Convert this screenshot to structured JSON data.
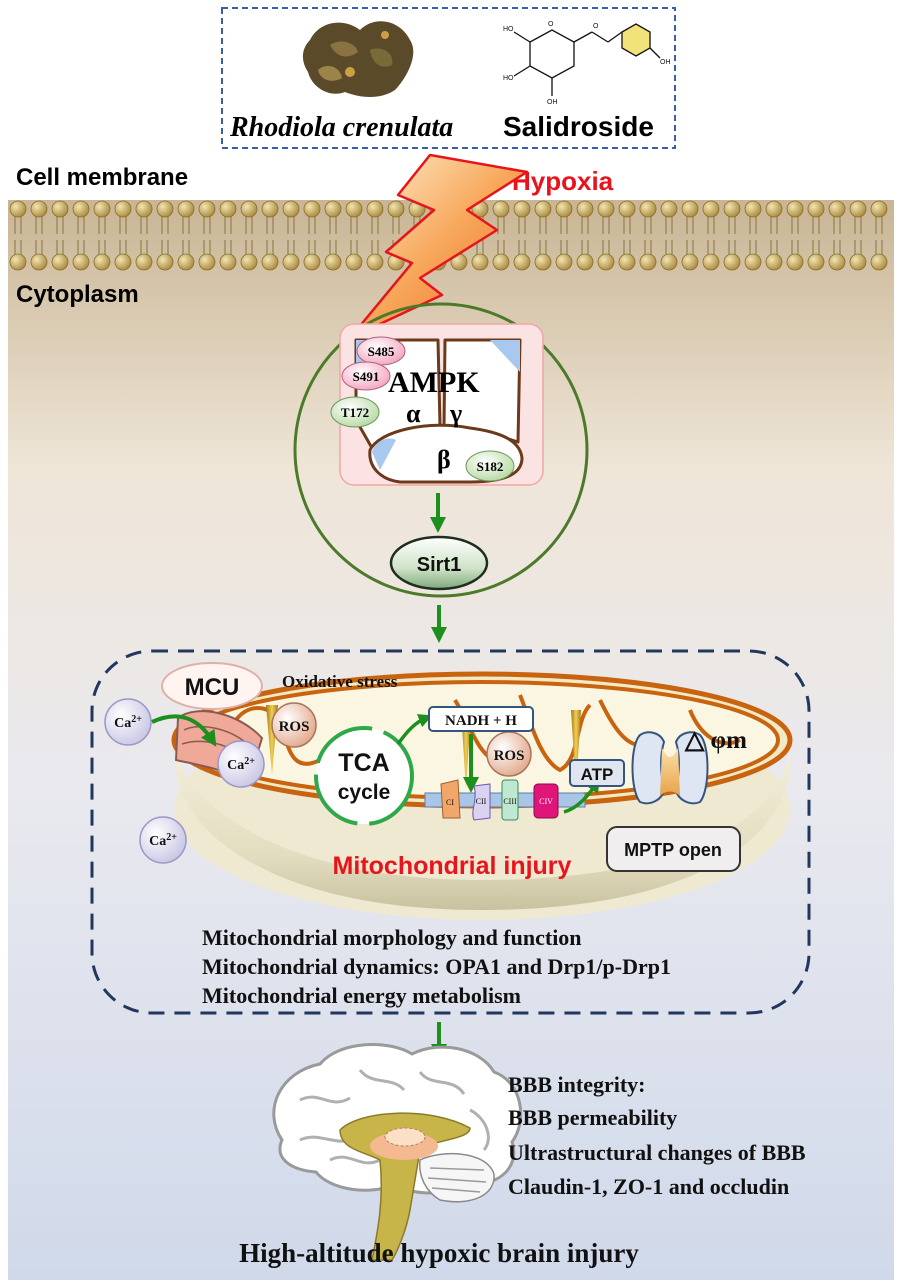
{
  "header": {
    "plant_label": "Rhodiola crenulata",
    "compound_label": "Salidroside"
  },
  "membrane": {
    "label": "Cell membrane",
    "stress_label": "Hypoxia"
  },
  "cytoplasm": {
    "label": "Cytoplasm"
  },
  "ampk": {
    "label": "AMPK",
    "alpha": "α",
    "gamma": "γ",
    "beta": "β",
    "sites": [
      "S485",
      "S491",
      "T172",
      "S182"
    ]
  },
  "sirt": {
    "label": "Sirt1"
  },
  "mito": {
    "mcu_label": "MCU",
    "oxidative_label": "Oxidative stress",
    "calcium": [
      "Ca2+",
      "Ca2+",
      "Ca2+"
    ],
    "ros_labels": [
      "ROS",
      "ROS"
    ],
    "tca_line1": "TCA",
    "tca_line2": "cycle",
    "nadh_label": "NADH + H",
    "complexes": [
      "CI",
      "CII",
      "CIII",
      "CIV"
    ],
    "atp_label": "ATP",
    "potential_label": "△ φm",
    "mptp_label": "MPTP open",
    "injury_label": "Mitochondrial injury"
  },
  "mito_effects": [
    "Mitochondrial morphology and function",
    "Mitochondrial dynamics: OPA1 and Drp1/p-Drp1",
    "Mitochondrial energy metabolism"
  ],
  "bbb_effects": [
    "BBB integrity:",
    "BBB permeability",
    "Ultrastructural changes of BBB",
    "Claudin-1, ZO-1 and occludin"
  ],
  "outcome": {
    "label": "High-altitude hypoxic brain injury"
  },
  "colors": {
    "hypoxia_red": "#e8141c",
    "arrow_green": "#1d8f1d",
    "mito_orange": "#c8640f",
    "dashed_navy": "#22375e",
    "complex_iv_pink": "#e0157a"
  }
}
